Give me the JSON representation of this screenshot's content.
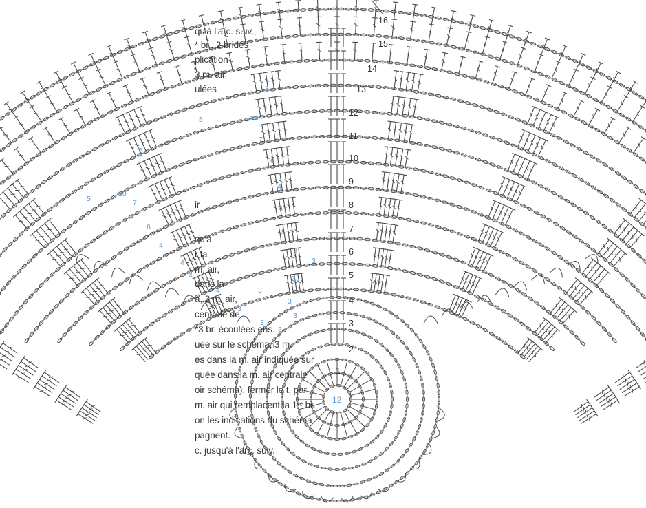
{
  "instructions": {
    "lines": [
      "qu'à l'arc. suiv.,",
      "* br., 2 brides",
      "plication",
      "3 m. air,",
      "ulées",
      "ir",
      "qu'à",
      "r la",
      "m. air,",
      "dans la",
      "a, 3 m. air,",
      "centrale de",
      "*3 br. écoulées ens.",
      "uée sur le schéma, 3 m.",
      "es dans la m. air indiquée sur",
      "quée dans la m. air centrale",
      "oir schéma), fermer le t. par",
      "m. air qui remplacent la 1ʳᵉ br.",
      "on les indications du schéma",
      "pagnent.",
      "c. jusqu'à l'arc. suiv."
    ]
  },
  "diagram": {
    "row_numbers": [
      "1",
      "2",
      "3",
      "4",
      "5",
      "6",
      "7",
      "8",
      "9",
      "10",
      "11",
      "12",
      "13",
      "14",
      "15",
      "16"
    ],
    "center_label": "12",
    "inner_labels": [
      "3",
      "3",
      "3",
      "3",
      "3",
      "3",
      "3",
      "3",
      "3",
      "4",
      "4",
      "4",
      "4",
      "4",
      "4",
      "4",
      "4",
      "5",
      "5",
      "5",
      "6",
      "6",
      "7",
      "7",
      "8",
      "10",
      "10",
      "10"
    ],
    "colors": {
      "stitch": "#4a4a4a",
      "stitch_light": "#6b6b6b",
      "row_numbers": "#333333",
      "blue_labels": "#5b9bd5",
      "background": "#ffffff"
    }
  }
}
